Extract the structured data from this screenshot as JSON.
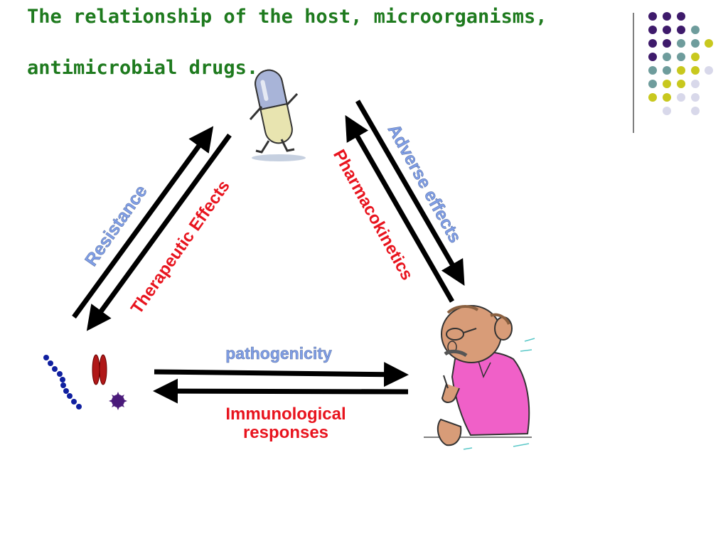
{
  "title": {
    "line1": "The relationship of the host, microorganisms,",
    "line2": "antimicrobial drugs."
  },
  "labels": {
    "resistance": "Resistance",
    "therapeutic": "Therapeutic Effects",
    "pharmacokinetics": "Pharmacokinetics",
    "adverse": "Adverse  effects",
    "pathogenicity": "pathogenicity",
    "immunological_1": "Immunological",
    "immunological_2": "responses"
  },
  "colors": {
    "title": "#1e7a1e",
    "blue_label": "#7f9ee6",
    "red_label": "#e8141e",
    "arrow": "#000000",
    "dot_purple": "#3e1a6b",
    "dot_teal": "#6e9c9c",
    "dot_yellow": "#c8c81e",
    "dot_lavender": "#d8d8ea"
  },
  "icons": {
    "drug": "capsule-character-icon",
    "host": "patient-man-icon",
    "microbes": "bacteria-icon"
  }
}
